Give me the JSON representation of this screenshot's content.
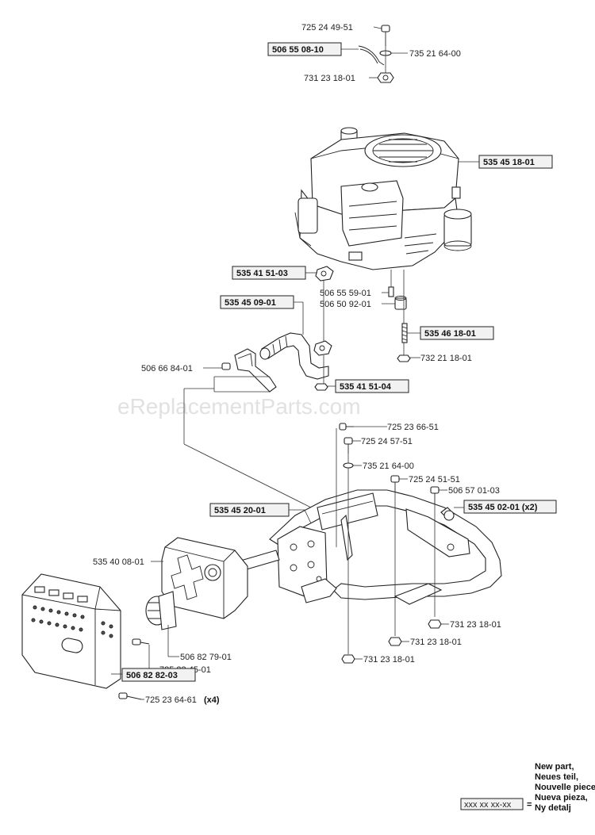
{
  "watermark": "eReplacementParts.com",
  "callouts": {
    "c01": "725 24 49-51",
    "c02": "506 55 08-10",
    "c03": "735 21 64-00",
    "c04": "731 23 18-01",
    "c05": "535 45 18-01",
    "c06": "535 41 51-03",
    "c07": "506 55 59-01",
    "c08": "535 45 09-01",
    "c09": "506 50 92-01",
    "c10": "535 46 18-01",
    "c11": "506 66 84-01",
    "c12": "732 21 18-01",
    "c13": "535 41 51-04",
    "c14": "725 23 66-51",
    "c15": "725 24 57-51",
    "c16": "735 21 64-00",
    "c17": "725 24 51-51",
    "c18": "506 57 01-03",
    "c19": "535 45 20-01",
    "c20": "535 45 02-01 (x2)",
    "c21": "535 40 08-01",
    "c22": "731 23 18-01",
    "c23": "506 82 79-01",
    "c24": "731 23 18-01",
    "c25": "725 23 45-01",
    "c26": "731 23 18-01",
    "c27": "506 82 82-03",
    "c28": "725 23 64-61",
    "c28_qty": "(x4)"
  },
  "legend": {
    "sample": "xxx xx xx-xx",
    "equals": "=",
    "lines": [
      "New part,",
      "Neues teil,",
      "Nouvelle piece,",
      "Nueva pieza,",
      "Ny detalj"
    ]
  }
}
